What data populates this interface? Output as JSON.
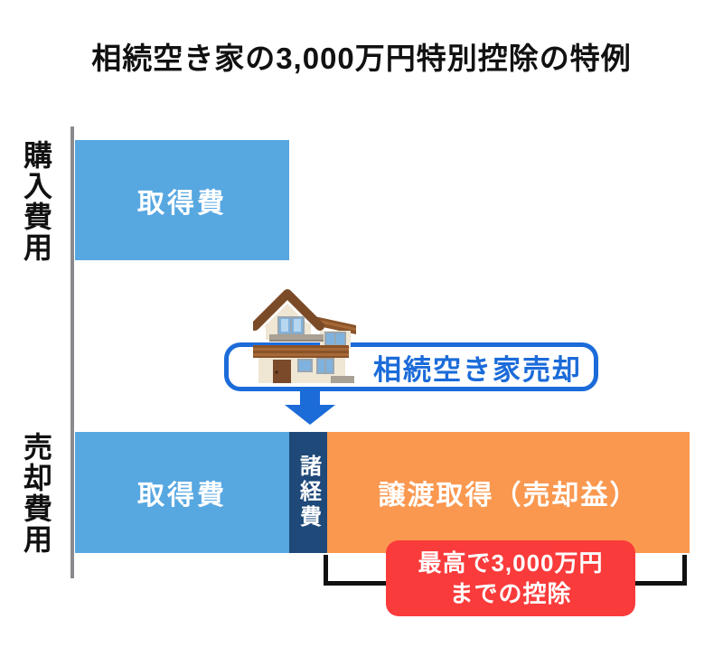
{
  "title": "相続空き家の3,000万円特別控除の特例",
  "colors": {
    "bar_blue": "#57A7E1",
    "bar_navy": "#1E4979",
    "bar_orange": "#FA9850",
    "accent_blue": "#1B6BD9",
    "badge_red": "#FA3B3B",
    "axis_gray": "#8A8A8E",
    "bracket_black": "#111111"
  },
  "purchase_section": {
    "axis_label": "購入費用",
    "bar_label": "取得費"
  },
  "sale_event": {
    "label": "相続空き家売却",
    "icon": "house-icon"
  },
  "sale_section": {
    "axis_label": "売却費用",
    "segments": [
      {
        "label": "取得費",
        "color_key": "bar_blue"
      },
      {
        "label": "諸経費",
        "color_key": "bar_navy"
      },
      {
        "label": "譲渡取得（売却益）",
        "color_key": "bar_orange"
      }
    ]
  },
  "deduction_badge": {
    "line1": "最高で3,000万円",
    "line2": "までの控除"
  }
}
